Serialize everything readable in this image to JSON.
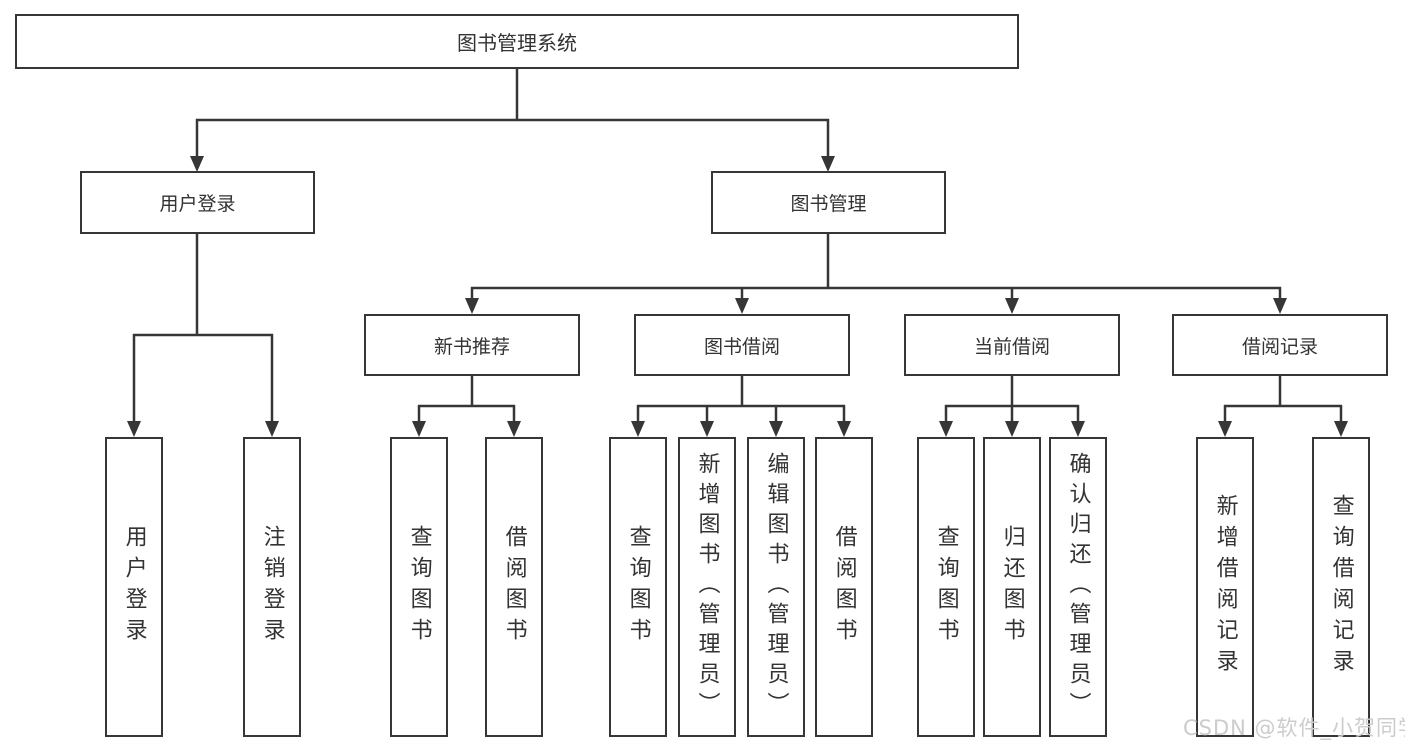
{
  "colors": {
    "line": "#363636",
    "text": "#333333",
    "watermark": "#cccccc",
    "background": "#ffffff"
  },
  "watermark": "CSDN @软件_小贺同学",
  "tree": {
    "root": {
      "label": "图书管理系统",
      "children": [
        {
          "label": "用户登录",
          "children": [
            {
              "label": "用户登录"
            },
            {
              "label": "注销登录"
            }
          ]
        },
        {
          "label": "图书管理",
          "children": [
            {
              "label": "新书推荐",
              "children": [
                {
                  "label": "查询图书"
                },
                {
                  "label": "借阅图书"
                }
              ]
            },
            {
              "label": "图书借阅",
              "children": [
                {
                  "label": "查询图书"
                },
                {
                  "label": "新增图书（管理员）"
                },
                {
                  "label": "编辑图书（管理员）"
                },
                {
                  "label": "借阅图书"
                }
              ]
            },
            {
              "label": "当前借阅",
              "children": [
                {
                  "label": "查询图书"
                },
                {
                  "label": "归还图书"
                },
                {
                  "label": "确认归还（管理员）"
                }
              ]
            },
            {
              "label": "借阅记录",
              "children": [
                {
                  "label": "新增借阅记录"
                },
                {
                  "label": "查询借阅记录"
                }
              ]
            }
          ]
        }
      ]
    }
  }
}
